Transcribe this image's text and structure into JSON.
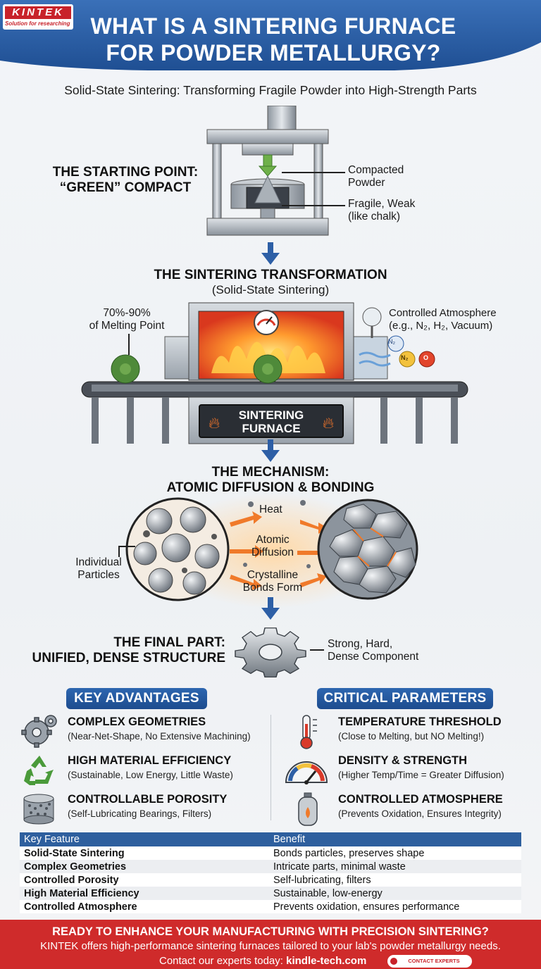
{
  "brand": {
    "logo_text": "KINTEK",
    "tagline": "Solution for researching"
  },
  "header": {
    "title_line1": "WHAT IS A SINTERING FURNACE",
    "title_line2": "FOR POWDER METALLURGY?",
    "subtitle": "Solid-State Sintering: Transforming Fragile Powder into High-Strength Parts"
  },
  "stage1": {
    "heading_line1": "THE STARTING POINT:",
    "heading_line2": "“GREEN” COMPACT",
    "callout1_line1": "Compacted",
    "callout1_line2": "Powder",
    "callout2_line1": "Fragile, Weak",
    "callout2_line2": "(like chalk)"
  },
  "stage2": {
    "heading": "THE SINTERING TRANSFORMATION",
    "subheading": "(Solid-State Sintering)",
    "temp_line1": "70%-90%",
    "temp_line2": "of Melting Point",
    "atmo_line1": "Controlled Atmosphere",
    "atmo_line2": "(e.g., N₂, H₂, Vacuum)",
    "gas_labels": [
      "N₂",
      "N₂",
      "O"
    ],
    "furnace_label_line1": "SINTERING",
    "furnace_label_line2": "FURNACE"
  },
  "stage3": {
    "heading_line1": "THE MECHANISM:",
    "heading_line2": "ATOMIC DIFFUSION & BONDING",
    "step1": "Heat",
    "step2_line1": "Atomic",
    "step2_line2": "Diffusion",
    "step3_line1": "Crystalline",
    "step3_line2": "Bonds Form",
    "particles_line1": "Individual",
    "particles_line2": "Particles"
  },
  "stage4": {
    "heading_line1": "THE FINAL PART:",
    "heading_line2": "UNIFIED, DENSE STRUCTURE",
    "callout_line1": "Strong, Hard,",
    "callout_line2": "Dense Component"
  },
  "advantages": {
    "title": "KEY ADVANTAGES",
    "items": [
      {
        "title": "COMPLEX GEOMETRIES",
        "desc": "(Near-Net-Shape, No Extensive Machining)",
        "icon": "gear-cluster-icon"
      },
      {
        "title": "HIGH MATERIAL EFFICIENCY",
        "desc": "(Sustainable, Low Energy, Little Waste)",
        "icon": "recycle-icon"
      },
      {
        "title": "CONTROLLABLE POROSITY",
        "desc": "(Self-Lubricating Bearings, Filters)",
        "icon": "porous-cylinder-icon"
      }
    ]
  },
  "parameters": {
    "title": "CRITICAL PARAMETERS",
    "items": [
      {
        "title": "TEMPERATURE THRESHOLD",
        "desc": "(Close to Melting, but NO Melting!)",
        "icon": "thermometer-icon"
      },
      {
        "title": "DENSITY & STRENGTH",
        "desc": "(Higher Temp/Time = Greater Diffusion)",
        "icon": "gauge-icon"
      },
      {
        "title": "CONTROLLED ATMOSPHERE",
        "desc": "(Prevents Oxidation, Ensures Integrity)",
        "icon": "gas-cylinder-icon"
      }
    ]
  },
  "table": {
    "headers": [
      "Key Feature",
      "Benefit"
    ],
    "rows": [
      [
        "Solid-State Sintering",
        "Bonds particles, preserves shape"
      ],
      [
        "Complex Geometries",
        "Intricate parts, minimal waste"
      ],
      [
        "Controlled Porosity",
        "Self-lubricating, filters"
      ],
      [
        "High Material Efficiency",
        "Sustainable, low-energy"
      ],
      [
        "Controlled Atmosphere",
        "Prevents oxidation, ensures performance"
      ]
    ]
  },
  "footer": {
    "cta_title": "READY TO ENHANCE YOUR MANUFACTURING WITH PRECISION SINTERING?",
    "cta_desc": "KINTEK offers high-performance sintering furnaces tailored to your lab's powder metallurgy needs.",
    "contact_prefix": "Contact our experts today: ",
    "url": "kindle-tech.com",
    "button": "CONTACT EXPERTS"
  },
  "colors": {
    "header_blue": "#2b5ea8",
    "brand_red": "#c8222a",
    "footer_red": "#cf2b2b",
    "flow_arrow": "#2d5fa6",
    "heat_orange": "#f07a2a"
  }
}
